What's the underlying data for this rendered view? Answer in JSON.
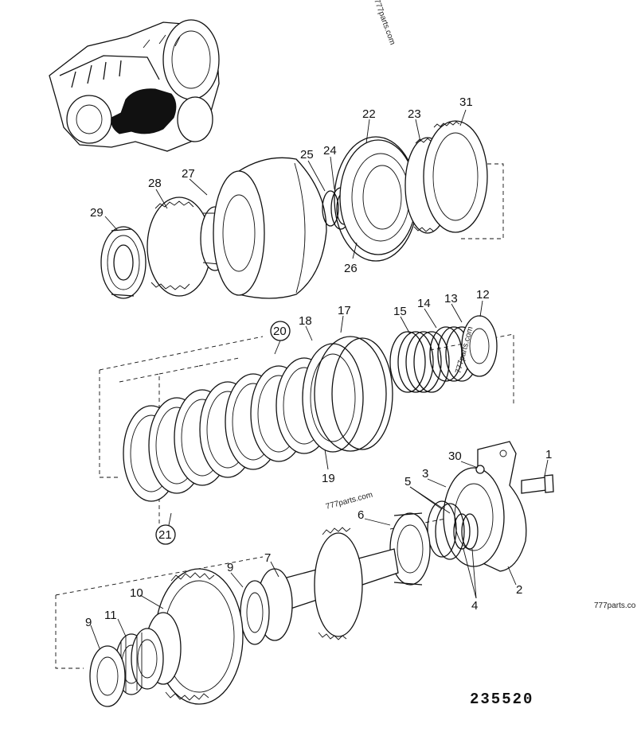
{
  "watermarks": {
    "top_right": "777parts.com",
    "middle": "777parts.com",
    "right": "777parts.co",
    "spring": "777parts.com"
  },
  "drawing_number": "235520",
  "callouts": {
    "n1": "1",
    "n2": "2",
    "n3": "3",
    "n4": "4",
    "n5": "5",
    "n6": "6",
    "n7": "7",
    "n9a": "9",
    "n9b": "9",
    "n10": "10",
    "n11": "11",
    "n12": "12",
    "n13": "13",
    "n14": "14",
    "n15": "15",
    "n17": "17",
    "n18": "18",
    "n19": "19",
    "n20": "20",
    "n21": "21",
    "n22": "22",
    "n23": "23",
    "n24": "24",
    "n25": "25",
    "n26": "26",
    "n27": "27",
    "n28": "28",
    "n29": "29",
    "n30": "30",
    "n31": "31"
  }
}
